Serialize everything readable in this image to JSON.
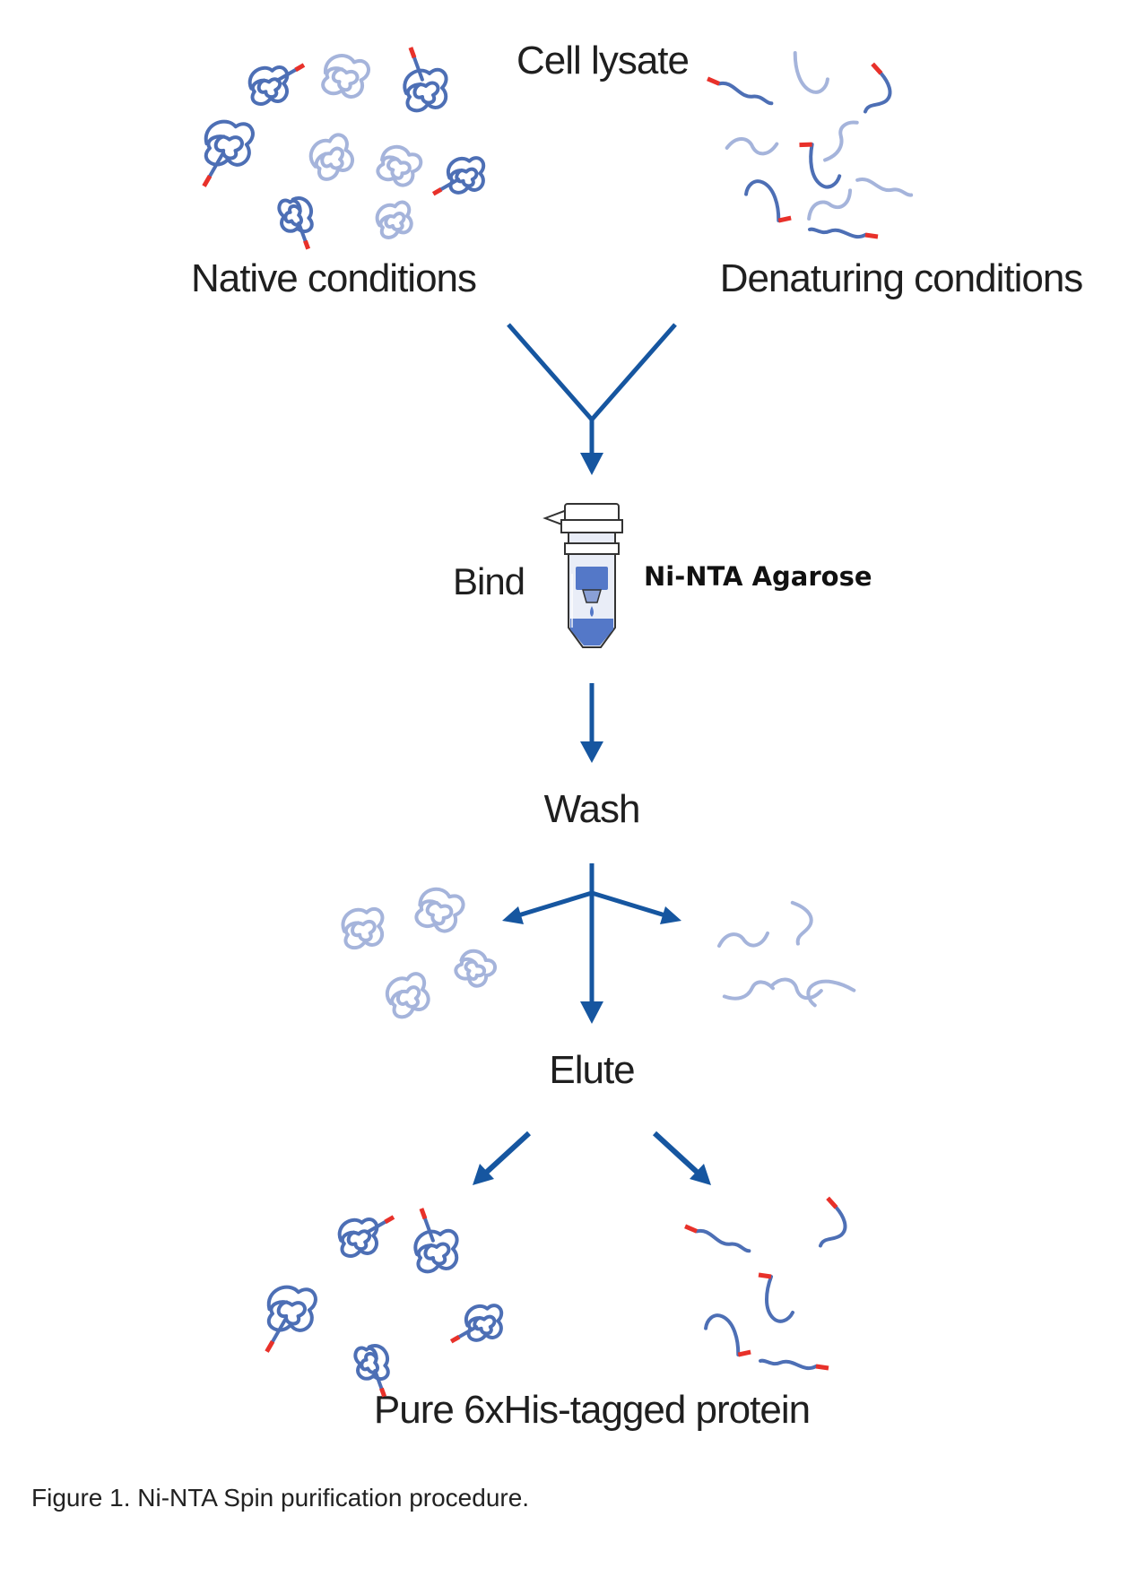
{
  "labels": {
    "cell_lysate": "Cell lysate",
    "native": "Native conditions",
    "denaturing": "Denaturing conditions",
    "bind": "Bind",
    "resin": "Ni-NTA Agarose",
    "wash": "Wash",
    "elute": "Elute",
    "product": "Pure 6xHis-tagged protein"
  },
  "caption": "Figure 1. Ni-NTA Spin purification procedure.",
  "colors": {
    "arrow": "#1656a0",
    "tagged_protein": "#4d6fb5",
    "untagged_protein": "#a5b4db",
    "his_tag": "#e8312a",
    "text": "#1f1f1f",
    "resin_blue": "#5478c8"
  },
  "icons": {
    "tagged_folded_protein": "tagged-folded-protein-icon",
    "untagged_folded_protein": "untagged-folded-protein-icon",
    "tagged_unfolded_protein": "tagged-unfolded-protein-icon",
    "untagged_unfolded_protein": "untagged-unfolded-protein-icon",
    "spin_column": "spin-column-icon"
  }
}
